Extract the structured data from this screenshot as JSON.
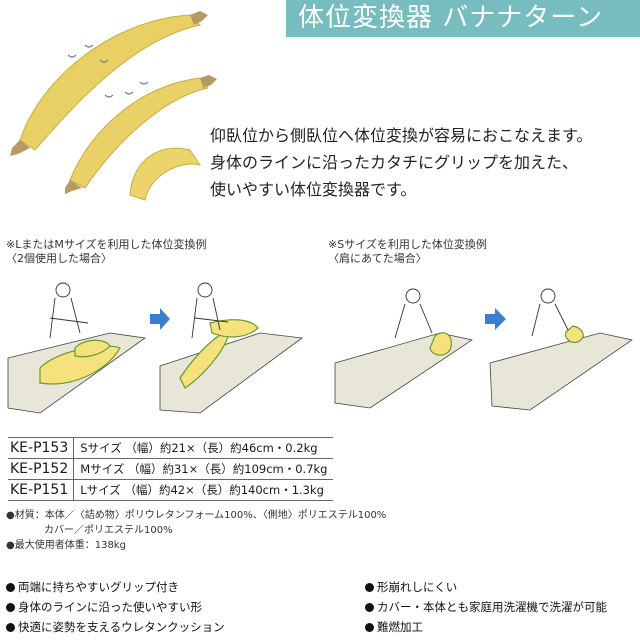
{
  "header": {
    "title": "体位変換器 バナナターン",
    "title_bg": "#77bcbe"
  },
  "product_image": {
    "alt": "banana-shaped cushions in three sizes (L, M, S)",
    "color": "#e8cf62"
  },
  "intro": {
    "lines": [
      "仰臥位から側臥位へ体位変換が容易におこなえます。",
      "身体のラインに沿ったカタチにグリップを加えた、",
      "使いやすい体位変換器です。"
    ]
  },
  "examples": {
    "left": {
      "caption_line1": "※LまたはMサイズを利用した体位変換例",
      "caption_line2": "〈2個使用した場合〉"
    },
    "right": {
      "caption_line1": "※Sサイズを利用した体位変換例",
      "caption_line2": "〈肩にあてた場合〉"
    },
    "arrow_color": "#3a7fcf"
  },
  "specs": {
    "rows": [
      {
        "code": "KE-P153",
        "desc": "Sサイズ （幅）約21×（長）約46cm・0.2kg"
      },
      {
        "code": "KE-P152",
        "desc": "Mサイズ （幅）約31×（長）約109cm・0.7kg"
      },
      {
        "code": "KE-P151",
        "desc": "Lサイズ （幅）約42×（長）約140cm・1.3kg"
      }
    ]
  },
  "notes": {
    "material_line1": "●材質：本体／〈詰め物〉ポリウレタンフォーム100%、〈側地〉ポリエステル100%",
    "material_line2": "カバー／ポリエステル100%",
    "max_weight": "●最大使用者体重：138kg"
  },
  "features": {
    "left": [
      "両端に持ちやすいグリップ付き",
      "身体のラインに沿った使いやすい形",
      "快適に姿勢を支えるウレタンクッション"
    ],
    "right": [
      "形崩れしにくい",
      "カバー・本体とも家庭用洗濯機で洗濯が可能",
      "難燃加工"
    ]
  }
}
